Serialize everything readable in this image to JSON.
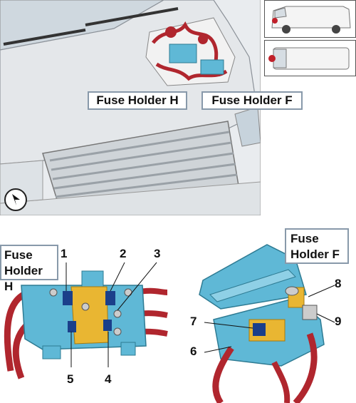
{
  "labels": {
    "fuse_holder_h": "Fuse Holder H",
    "fuse_holder_f": "Fuse Holder F",
    "fuse_holder_h_line1": "Fuse",
    "fuse_holder_h_line2": "Holder H",
    "fuse_holder_f_line1": "Fuse",
    "fuse_holder_f_line2": "Holder F"
  },
  "callouts": [
    "1",
    "2",
    "3",
    "4",
    "5",
    "6",
    "7",
    "8",
    "9"
  ],
  "colors": {
    "cable": "#b0262e",
    "holder": "#5fb8d6",
    "busbar": "#e9b632",
    "highlight": "#c0202a",
    "body": "#dfe3e6"
  },
  "icons": {
    "nav": "navigation-arrow-icon"
  }
}
